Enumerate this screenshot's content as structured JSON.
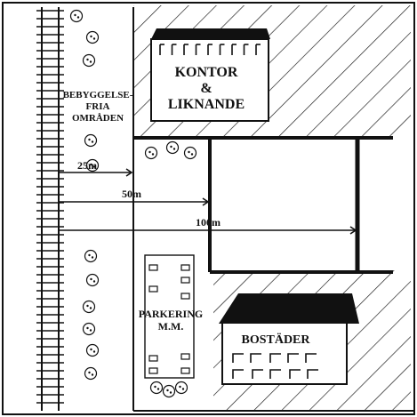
{
  "labels": {
    "free_zone": [
      "BEBYGGELSE-",
      "FRIA",
      "OMRÅDEN"
    ],
    "office": [
      "KONTOR",
      "&",
      "LIKNANDE"
    ],
    "parking": [
      "PARKERING",
      "M.M."
    ],
    "housing": "BOSTÄDER"
  },
  "distances": {
    "d25": "25m",
    "d50": "50m",
    "d100": "100m"
  },
  "colors": {
    "ink": "#111111",
    "paper": "#ffffff"
  }
}
